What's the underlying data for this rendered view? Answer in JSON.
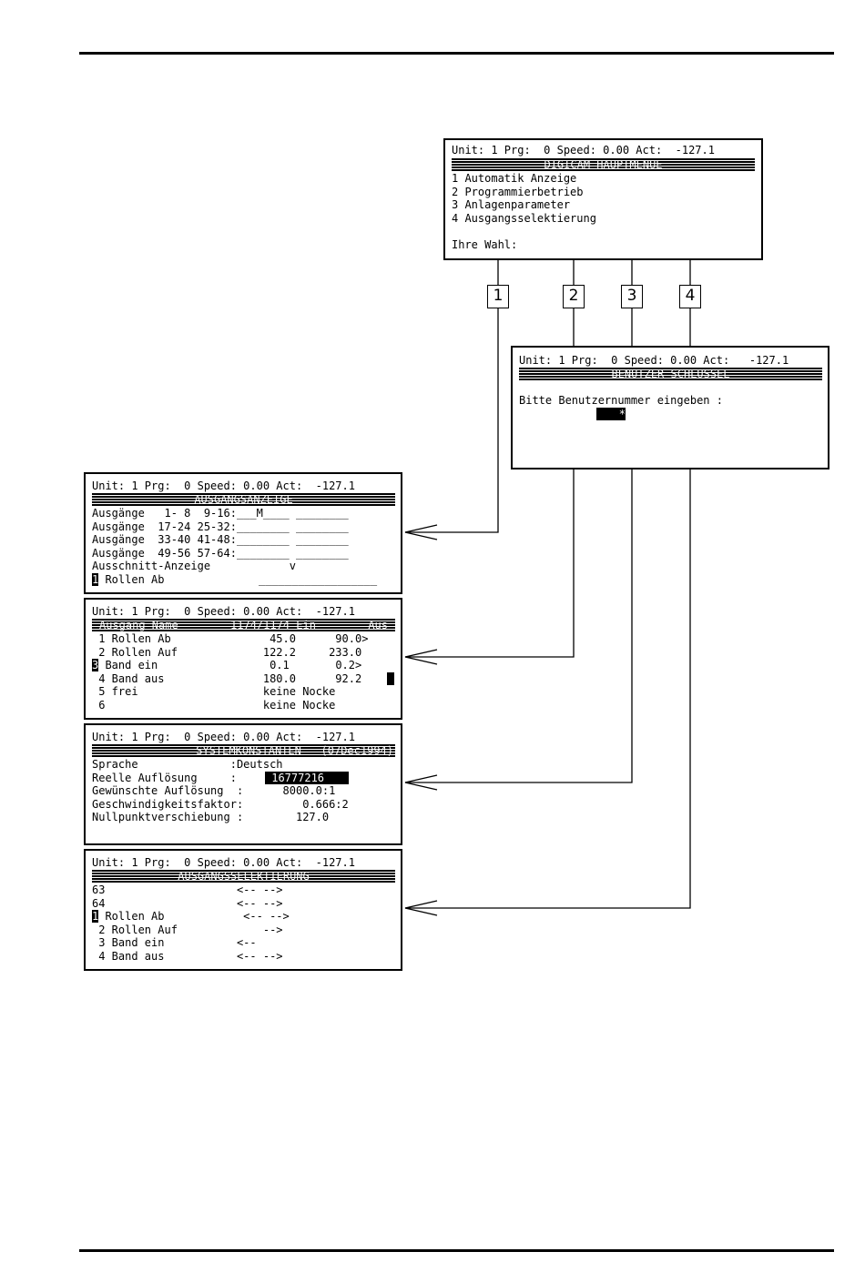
{
  "status_line_3": "Unit: 1 Prg:  0 Speed: 0.00 Act:  -127.1",
  "status_line_2": "Unit: 1 Prg:  0 Speed: 0.00 Act:   -127.1",
  "main_menu": {
    "status": "Unit: 1 Prg:  0 Speed: 0.00 Act:  -127.1",
    "title": "DIGICAM HAUPTMENUE",
    "items": [
      "1 Automatik Anzeige",
      "2 Programmierbetrieb",
      "3 Anlagenparameter",
      "4 Ausgangsselektierung"
    ],
    "prompt": "Ihre Wahl:"
  },
  "menu_numbers": [
    "1",
    "2",
    "3",
    "4"
  ],
  "user_key": {
    "title": "BENUTZER SCHLUSSEL",
    "prompt": "Bitte Benutzernummer eingeben :",
    "input_value": "*"
  },
  "output_display": {
    "title": "AUSGANGSANZEIGE",
    "rows": [
      "Ausgänge   1- 8  9-16:___M____ ________",
      "Ausgänge  17-24 25-32:________ ________",
      "Ausgänge  33-40 41-48:________ ________",
      "Ausgänge  49-56 57-64:________ ________"
    ],
    "excerpt": "Ausschnitt-Anzeige            v",
    "cursor_num": "1",
    "sel_name": " Rollen Ab",
    "sel_track": "__________________"
  },
  "programming": {
    "header": {
      "col1": "Ausgang Name",
      "col2": "1174/1174 Ein",
      "col3": "Aus"
    },
    "rows": [
      " 1 Rollen Ab               45.0      90.0>",
      " 2 Rollen Auf             122.2     233.0",
      " 4 Band aus               180.0      92.2",
      " 5 frei                   keine Nocke",
      " 6                        keine Nocke"
    ],
    "cursor_num": "3",
    "row3_text": " Band ein                 0.1       0.2>"
  },
  "system": {
    "title": "SYSTEMKONSTANTEN   (07Dec1994)",
    "rows": [
      "Sprache              :Deutsch",
      "Reelle Auflösung     :",
      "Gewünschte Auflösung  :      8000.0:1",
      "Geschwindigkeitsfaktor:         0.666:2",
      "Nullpunktverschiebung :        127.0"
    ],
    "resolution_value": " 16777216"
  },
  "selection": {
    "title": "AUSGANGSSELEKTIERUNG",
    "rows": [
      "63                    <-- -->",
      "64                    <-- -->",
      " 2 Rollen Auf             -->",
      " 3 Band ein           <--",
      " 4 Band aus           <-- -->"
    ],
    "cursor_num": "1",
    "row_sel_text": " Rollen Ab            <-- -->"
  }
}
